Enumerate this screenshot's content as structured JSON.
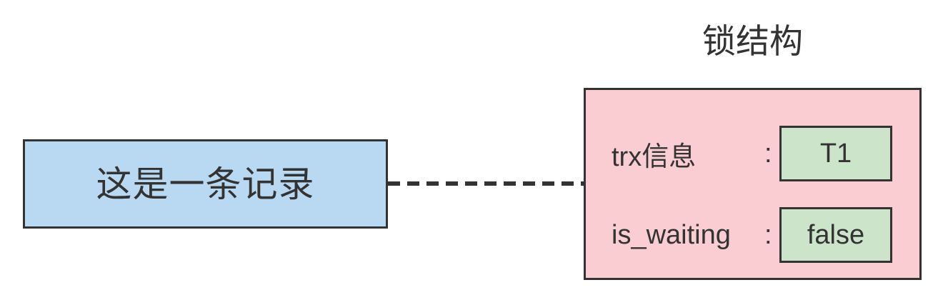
{
  "record_box": {
    "label": "这是一条记录",
    "fill": "#b9d9f3"
  },
  "connector": {
    "style": "dashed",
    "color": "#333333"
  },
  "lock": {
    "title": "锁结构",
    "fill": "#facdd3",
    "fields": [
      {
        "name": "trx信息",
        "separator": ":",
        "value": "T1",
        "value_fill": "#cce5ca"
      },
      {
        "name": "is_waiting",
        "separator": ":",
        "value": "false",
        "value_fill": "#cce5ca"
      }
    ]
  },
  "colors": {
    "border": "#333333",
    "text": "#333333",
    "record_fill": "#b9d9f3",
    "lock_fill": "#facdd3",
    "value_fill": "#cce5ca",
    "background": "#ffffff"
  }
}
